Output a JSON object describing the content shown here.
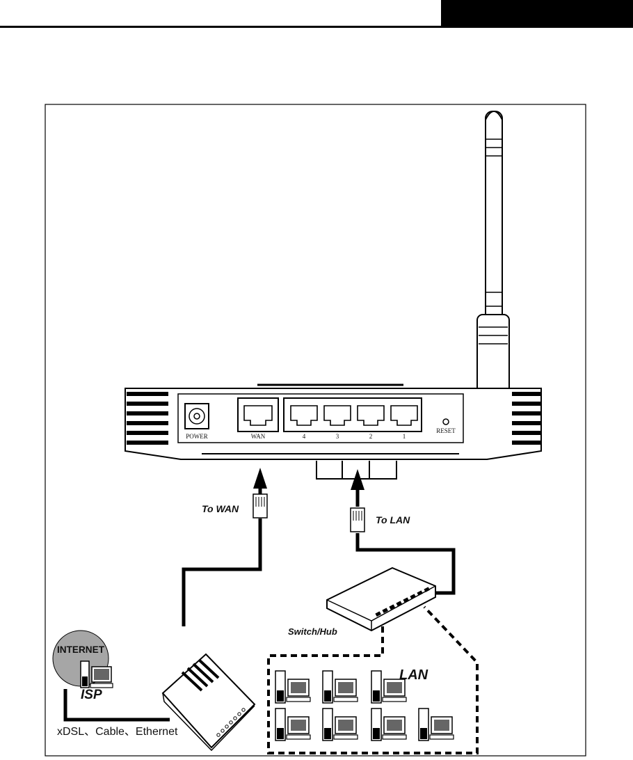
{
  "router": {
    "power_label": "POWER",
    "wan_label": "WAN",
    "lan_port_labels": [
      "4",
      "3",
      "2",
      "1"
    ],
    "reset_label": "RESET"
  },
  "labels": {
    "to_wan": "To WAN",
    "to_lan": "To LAN",
    "switch_hub": "Switch/Hub",
    "lan": "LAN",
    "internet": "INTERNET",
    "isp": "ISP",
    "connection_types": "xDSL、Cable、Ethernet"
  },
  "computer_count": 8
}
